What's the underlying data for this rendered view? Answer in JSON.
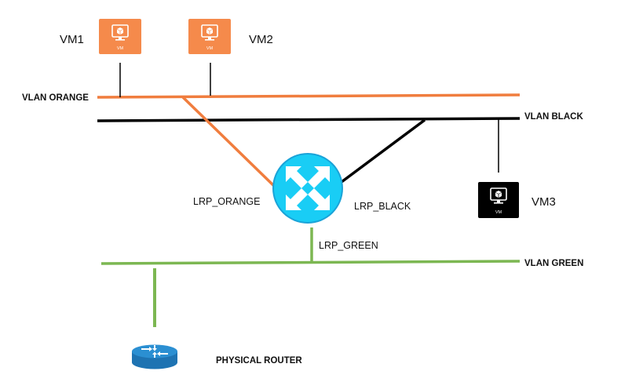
{
  "colors": {
    "orange": "#f07d3e",
    "black": "#000000",
    "green": "#7cb752",
    "router_blue": "#1aa3d8",
    "router_cyan": "#19cdf5",
    "vm_orange": "#f58a4b",
    "vm_black": "#000000"
  },
  "vlans": {
    "orange": {
      "label": "VLAN ORANGE"
    },
    "black": {
      "label": "VLAN BLACK"
    },
    "green": {
      "label": "VLAN GREEN"
    }
  },
  "vms": [
    {
      "label": "VM1",
      "badge": "VM",
      "icon": "vm-monitor-icon",
      "network": "VLAN ORANGE"
    },
    {
      "label": "VM2",
      "badge": "VM",
      "icon": "vm-monitor-icon",
      "network": "VLAN ORANGE"
    },
    {
      "label": "VM3",
      "badge": "VM",
      "icon": "vm-monitor-icon",
      "network": "VLAN BLACK"
    }
  ],
  "logical_router": {
    "icon": "router-arrows-icon",
    "ports": {
      "orange": "LRP_ORANGE",
      "black": "LRP_BLACK",
      "green": "LRP_GREEN"
    }
  },
  "physical_router": {
    "label": "PHYSICAL ROUTER",
    "icon": "physical-router-icon"
  }
}
